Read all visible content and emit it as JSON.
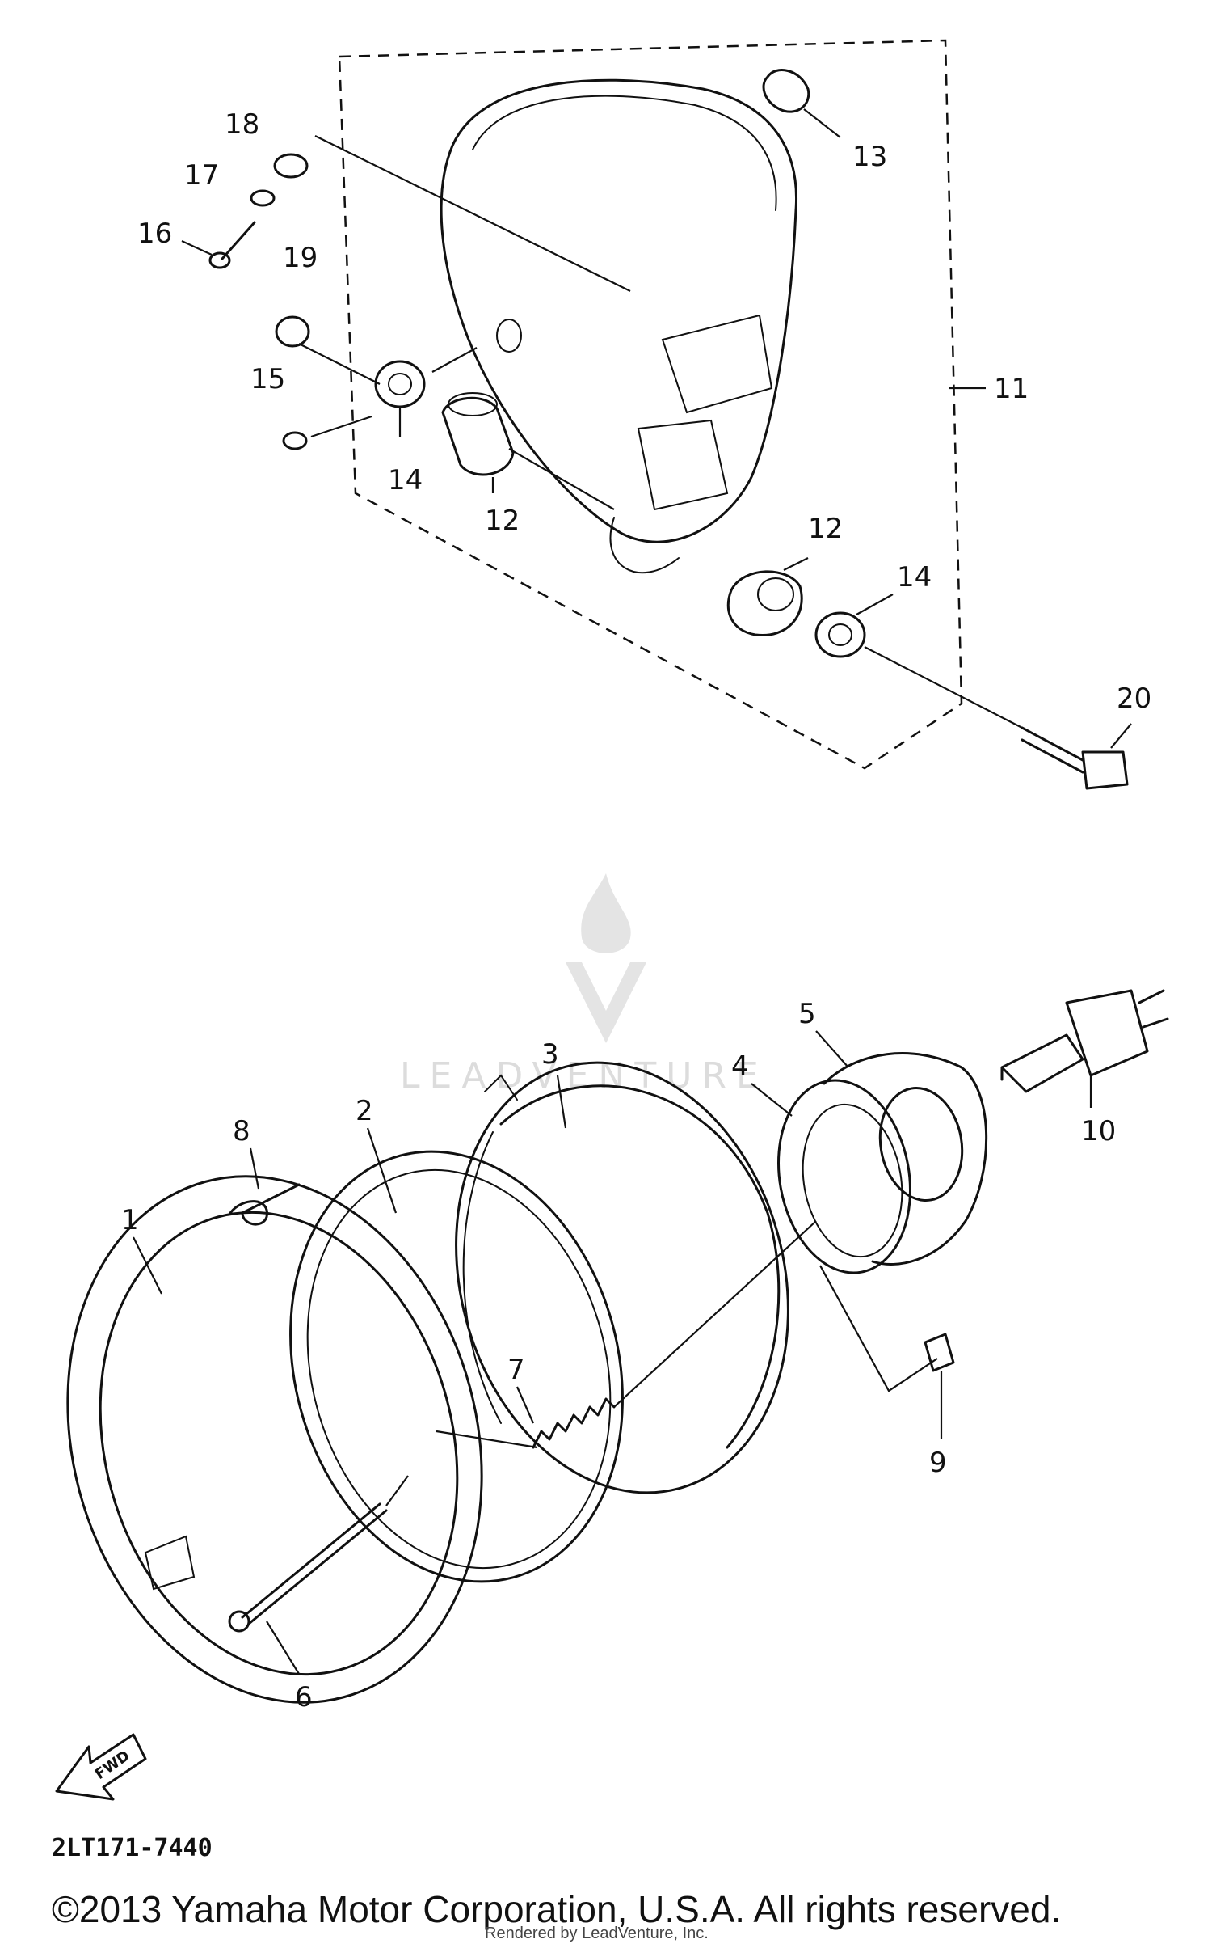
{
  "callouts": {
    "c1": "1",
    "c2": "2",
    "c3": "3",
    "c4": "4",
    "c5": "5",
    "c6": "6",
    "c7": "7",
    "c8": "8",
    "c9": "9",
    "c10": "10",
    "c11": "11",
    "c12a": "12",
    "c12b": "12",
    "c13": "13",
    "c14a": "14",
    "c14b": "14",
    "c15": "15",
    "c16": "16",
    "c17": "17",
    "c18": "18",
    "c19": "19",
    "c20": "20"
  },
  "watermark": "LEADVENTURE",
  "part_code": "2LT171-7440",
  "fwd_label": "FWD",
  "copyright": "©2013 Yamaha Motor Corporation, U.S.A. All rights reserved.",
  "rendered_by": "Rendered by LeadVenture, Inc."
}
